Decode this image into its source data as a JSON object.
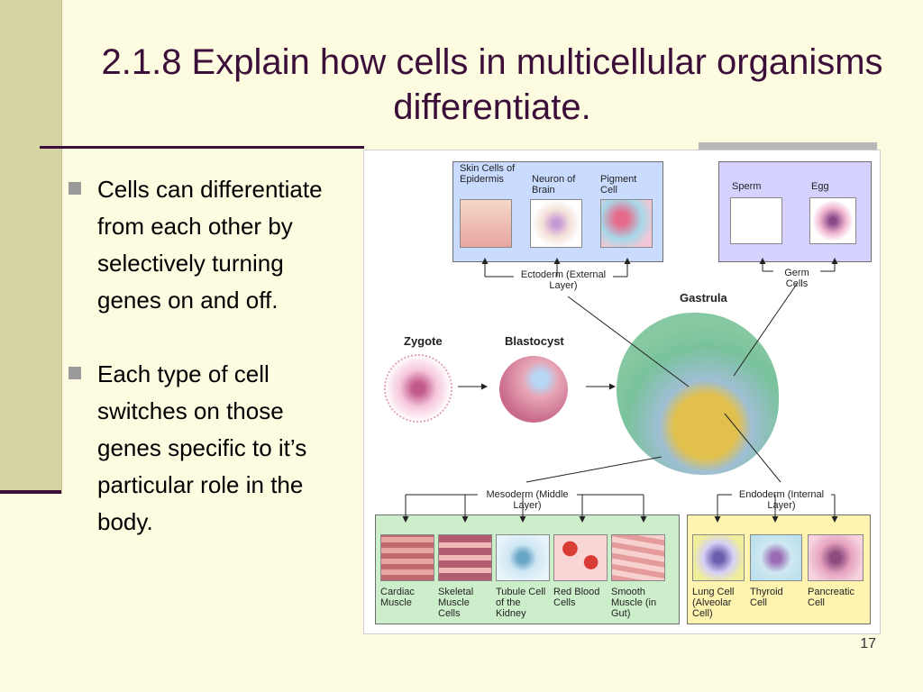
{
  "slide": {
    "title": "2.1.8 Explain how cells in multicellular organisms differentiate.",
    "bullets": [
      "Cells can differentiate from each other by selectively turning genes on and off.",
      "Each type of cell switches on those genes specific to it’s particular role in the body."
    ],
    "page_number": "17"
  },
  "figure": {
    "ectoderm_cells": [
      "Skin Cells of Epidermis",
      "Neuron of Brain",
      "Pigment Cell"
    ],
    "ectoderm_label": "Ectoderm (External Layer)",
    "germ_cells": [
      "Sperm",
      "Egg"
    ],
    "germ_label": "Germ Cells",
    "stages": [
      "Zygote",
      "Blastocyst",
      "Gastrula"
    ],
    "mesoderm_label": "Mesoderm (Middle Layer)",
    "endoderm_label": "Endoderm (Internal Layer)",
    "mesoderm_cells": [
      "Cardiac Muscle",
      "Skeletal Muscle Cells",
      "Tubule Cell of the Kidney",
      "Red Blood Cells",
      "Smooth Muscle (in Gut)"
    ],
    "endoderm_cells": [
      "Lung Cell (Alveolar Cell)",
      "Thyroid Cell",
      "Pancreatic Cell"
    ]
  },
  "colors": {
    "title": "#3b0f3a",
    "background": "#fdfbe0",
    "sidebar": "#d6d3a4",
    "ectoderm_box": "#c9dcff",
    "germ_box": "#d6d2ff",
    "mesoderm_box": "#cdeecb",
    "endoderm_box": "#fff3b0"
  }
}
